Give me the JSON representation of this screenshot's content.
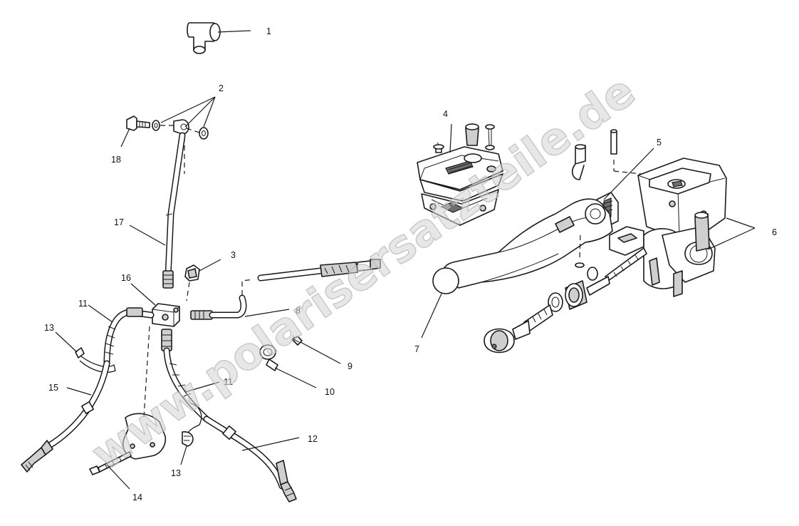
{
  "watermark": "www.polarisersatzteile.de",
  "callouts": {
    "c1": "1",
    "c2": "2",
    "c3": "3",
    "c4": "4",
    "c5": "5",
    "c6": "6",
    "c7": "7",
    "c8": "8",
    "c9": "9",
    "c10": "10",
    "c11a": "11",
    "c11b": "11",
    "c12": "12",
    "c13a": "13",
    "c13b": "13",
    "c14": "14",
    "c15": "15",
    "c16": "16",
    "c17": "17",
    "c18": "18"
  },
  "colors": {
    "line": "#1a1a1a",
    "watermark_fill": "#d4d4d4",
    "background": "#ffffff"
  }
}
